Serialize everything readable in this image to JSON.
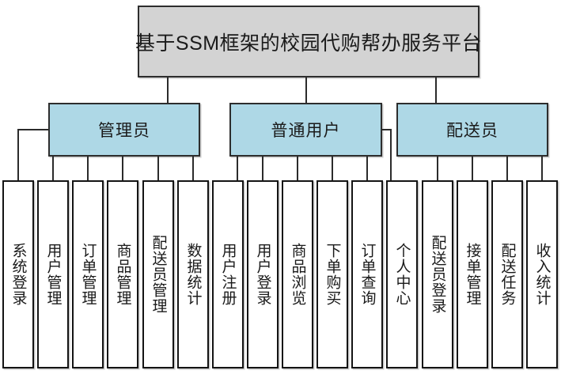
{
  "title": "基于SSM框架的校园代购帮办服务平台",
  "colors": {
    "title_fill": "#d3d3d3",
    "role_fill": "#aed8e6",
    "leaf_fill": "#ffffff",
    "edge": "#2b2b2b"
  },
  "roles": [
    {
      "label": "管理员",
      "children": [
        "系统登录",
        "用户管理",
        "订单管理",
        "商品管理",
        "配送员管理",
        "数据统计"
      ]
    },
    {
      "label": "普通用户",
      "children": [
        "用户注册",
        "用户登录",
        "商品浏览",
        "下单购买",
        "订单查询",
        "个人中心"
      ]
    },
    {
      "label": "配送员",
      "children": [
        "配送员登录",
        "接单管理",
        "配送任务",
        "收入统计"
      ]
    }
  ]
}
